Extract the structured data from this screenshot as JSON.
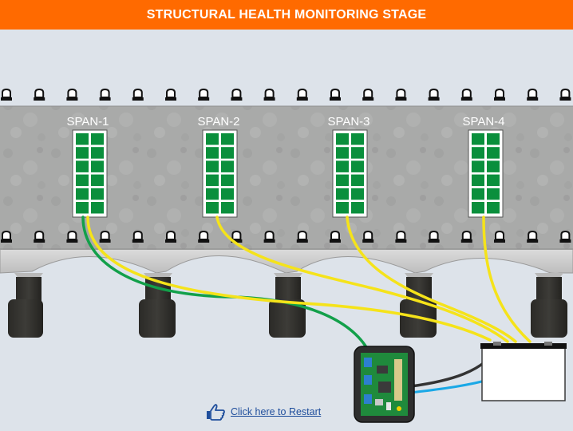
{
  "header": {
    "title": "STRUCTURAL HEALTH MONITORING STAGE"
  },
  "spans": [
    {
      "label": "SPAN-1"
    },
    {
      "label": "SPAN-2"
    },
    {
      "label": "SPAN-3"
    },
    {
      "label": "SPAN-4"
    }
  ],
  "restart": {
    "label": "Click here to Restart",
    "icon": "pointing-hand-icon"
  },
  "colors": {
    "header": "#ff6a00",
    "background": "#dde3ea",
    "sensor": "#0a8f3c",
    "wire_yellow": "#f5e31a",
    "wire_green": "#12a04a",
    "wire_blue": "#1aa8e6",
    "wire_black": "#333333"
  }
}
